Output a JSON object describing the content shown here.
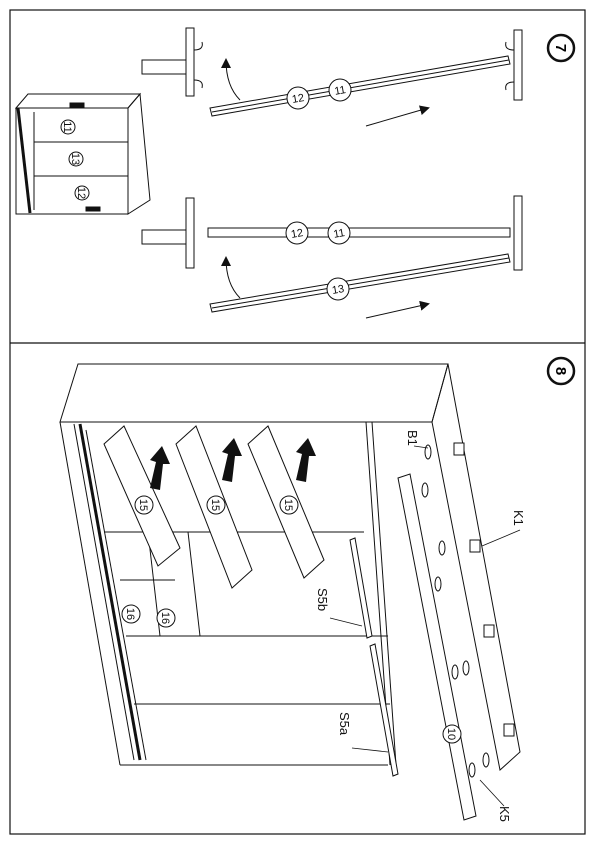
{
  "steps": {
    "step7": {
      "number": "7"
    },
    "step8": {
      "number": "8"
    }
  },
  "step7": {
    "labels": {
      "cab_a": "11",
      "cab_b": "13",
      "cab_c": "12",
      "rail1_a": "11",
      "rail1_b": "12",
      "rail2_a": "11",
      "rail2_b": "12",
      "rail3": "13"
    }
  },
  "step8": {
    "shelves": [
      "15",
      "15",
      "15"
    ],
    "small": [
      "16",
      "16"
    ],
    "bar_label": "10",
    "parts": {
      "b1": "B1",
      "k1": "K1",
      "k5": "K5",
      "s5a": "S5a",
      "s5b": "S5b"
    }
  },
  "colors": {
    "stroke": "#111111",
    "background": "#ffffff",
    "fill_dark": "#111111"
  }
}
